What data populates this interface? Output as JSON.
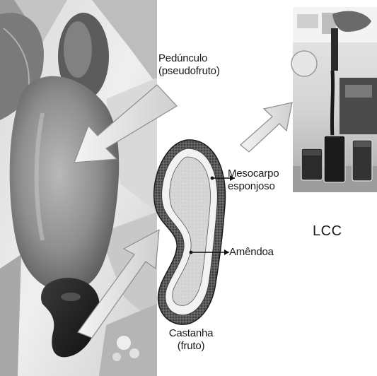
{
  "labels": {
    "peduncle": [
      "Pedúnculo",
      "(pseudofruto)"
    ],
    "mesocarp": [
      "Mesocarpo",
      "esponjoso"
    ],
    "almond": "Amêndoa",
    "nut": [
      "Castanha",
      "(fruto)"
    ],
    "lcc": "LCC"
  },
  "colors": {
    "arrow_fill": "#e8e8e8",
    "arrow_stroke": "#8c8c8c",
    "nut_shell": "#4a4a4a",
    "nut_kernel": "#cfcfcf",
    "background": "#ffffff"
  },
  "images": {
    "left_photo": "cashew-fruit-photo",
    "right_photo": "lcc-beakers-photo"
  }
}
